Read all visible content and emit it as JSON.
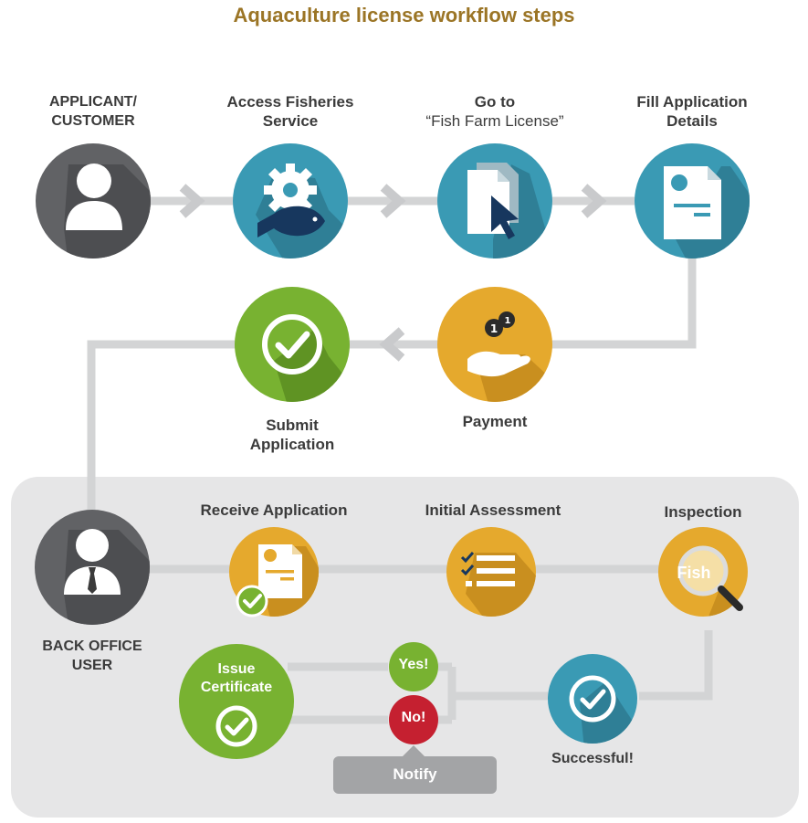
{
  "title": "Aquaculture license workflow steps",
  "colors": {
    "title": "#9b7526",
    "gray_node": "#616265",
    "blue_node": "#3a9ab4",
    "yellow_node": "#e5a92d",
    "green_node": "#78b231",
    "red_node": "#c52030",
    "connector": "#d3d4d5",
    "panel": "#e6e6e7",
    "notify": "#a3a4a6"
  },
  "steps": {
    "applicant": {
      "line1": "APPLICANT/",
      "line2": "CUSTOMER",
      "icon": "user-icon"
    },
    "access": {
      "line1": "Access Fisheries",
      "line2": "Service",
      "icon": "gear-fish-icon"
    },
    "goto": {
      "line1": "Go to",
      "line2": "“Fish Farm License”",
      "icon": "document-cursor-icon"
    },
    "fill": {
      "line1": "Fill Application",
      "line2": "Details",
      "icon": "form-icon"
    },
    "payment": {
      "label": "Payment",
      "icon": "coin-hand-icon"
    },
    "submit": {
      "line1": "Submit",
      "line2": "Application",
      "icon": "check-circle-icon"
    }
  },
  "back_office": {
    "user": {
      "line1": "BACK OFFICE",
      "line2": "USER",
      "icon": "businessman-icon"
    },
    "receive": {
      "label": "Receive Application",
      "icon": "form-check-icon"
    },
    "assessment": {
      "label": "Initial Assessment",
      "icon": "checklist-icon"
    },
    "inspection": {
      "label": "Inspection",
      "magnifier_text": "Fish",
      "icon": "magnifier-icon"
    },
    "successful": {
      "label": "Successful!",
      "icon": "check-circle-icon"
    },
    "yes": "Yes!",
    "no": "No!",
    "notify": "Notify",
    "issue": {
      "line1": "Issue",
      "line2": "Certificate",
      "icon": "check-circle-icon"
    }
  }
}
